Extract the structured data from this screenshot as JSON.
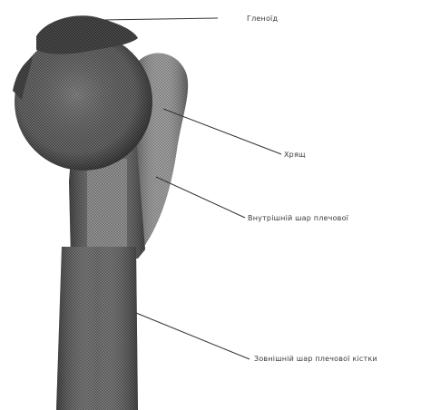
{
  "figure": {
    "labels": {
      "glenoid": "Гленоїд",
      "cartilage": "Хрящ",
      "inner_layer": "Внутрішній шар плечової",
      "outer_layer": "Зовнішній шар плечової кістки"
    }
  }
}
